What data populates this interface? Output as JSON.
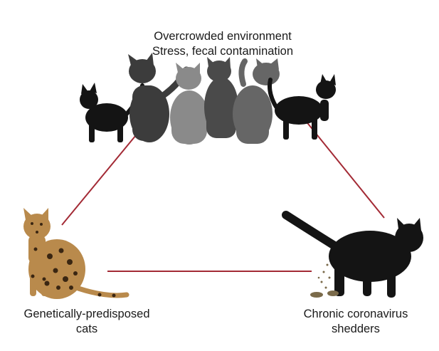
{
  "top_node": {
    "line1": "Overcrowded environment",
    "line2": "Stress, fecal contamination"
  },
  "left_node": {
    "line1": "Genetically-predisposed",
    "line2": "cats"
  },
  "right_node": {
    "line1": "Chronic coronavirus",
    "line2": "shedders"
  },
  "colors": {
    "connector": "#a32a35",
    "cat_black": "#141414",
    "cat_dark_gray": "#3c3c3c",
    "cat_mid_gray": "#5e5e5e",
    "cat_light_gray": "#8a8a8a",
    "bengal_base": "#b98a4c",
    "bengal_spots": "#3a2612"
  },
  "icons": [
    "cat-group-illustration",
    "bengal-cat-illustration",
    "shedding-cat-illustration"
  ]
}
